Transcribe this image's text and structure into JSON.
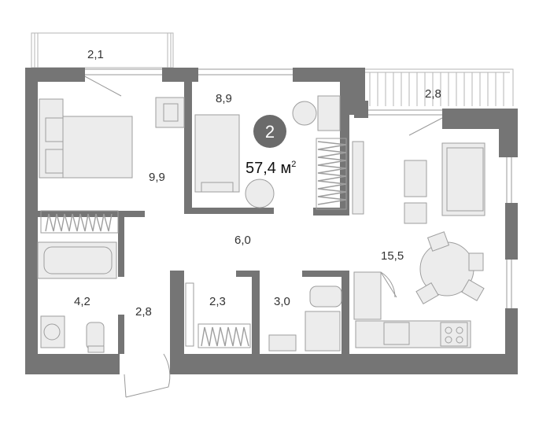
{
  "plan": {
    "rooms_count": "2",
    "total_area": "57,4 м",
    "total_area_sup": "2",
    "room_areas": [
      {
        "id": "balcony-top-left",
        "value": "2,1"
      },
      {
        "id": "balcony-top-right",
        "value": "2,8"
      },
      {
        "id": "bedroom",
        "value": "9,9"
      },
      {
        "id": "kids-room",
        "value": "8,9"
      },
      {
        "id": "hallway",
        "value": "6,0"
      },
      {
        "id": "kitchen-living",
        "value": "15,5"
      },
      {
        "id": "bathroom",
        "value": "4,2"
      },
      {
        "id": "entrance",
        "value": "2,8"
      },
      {
        "id": "wardrobe",
        "value": "2,3"
      },
      {
        "id": "wc",
        "value": "3,0"
      }
    ]
  },
  "colors": {
    "wall": "#757575",
    "furniture_fill": "#ececec",
    "furniture_stroke": "#9e9e9e",
    "badge": "#6b6b6b",
    "text": "#333333"
  }
}
